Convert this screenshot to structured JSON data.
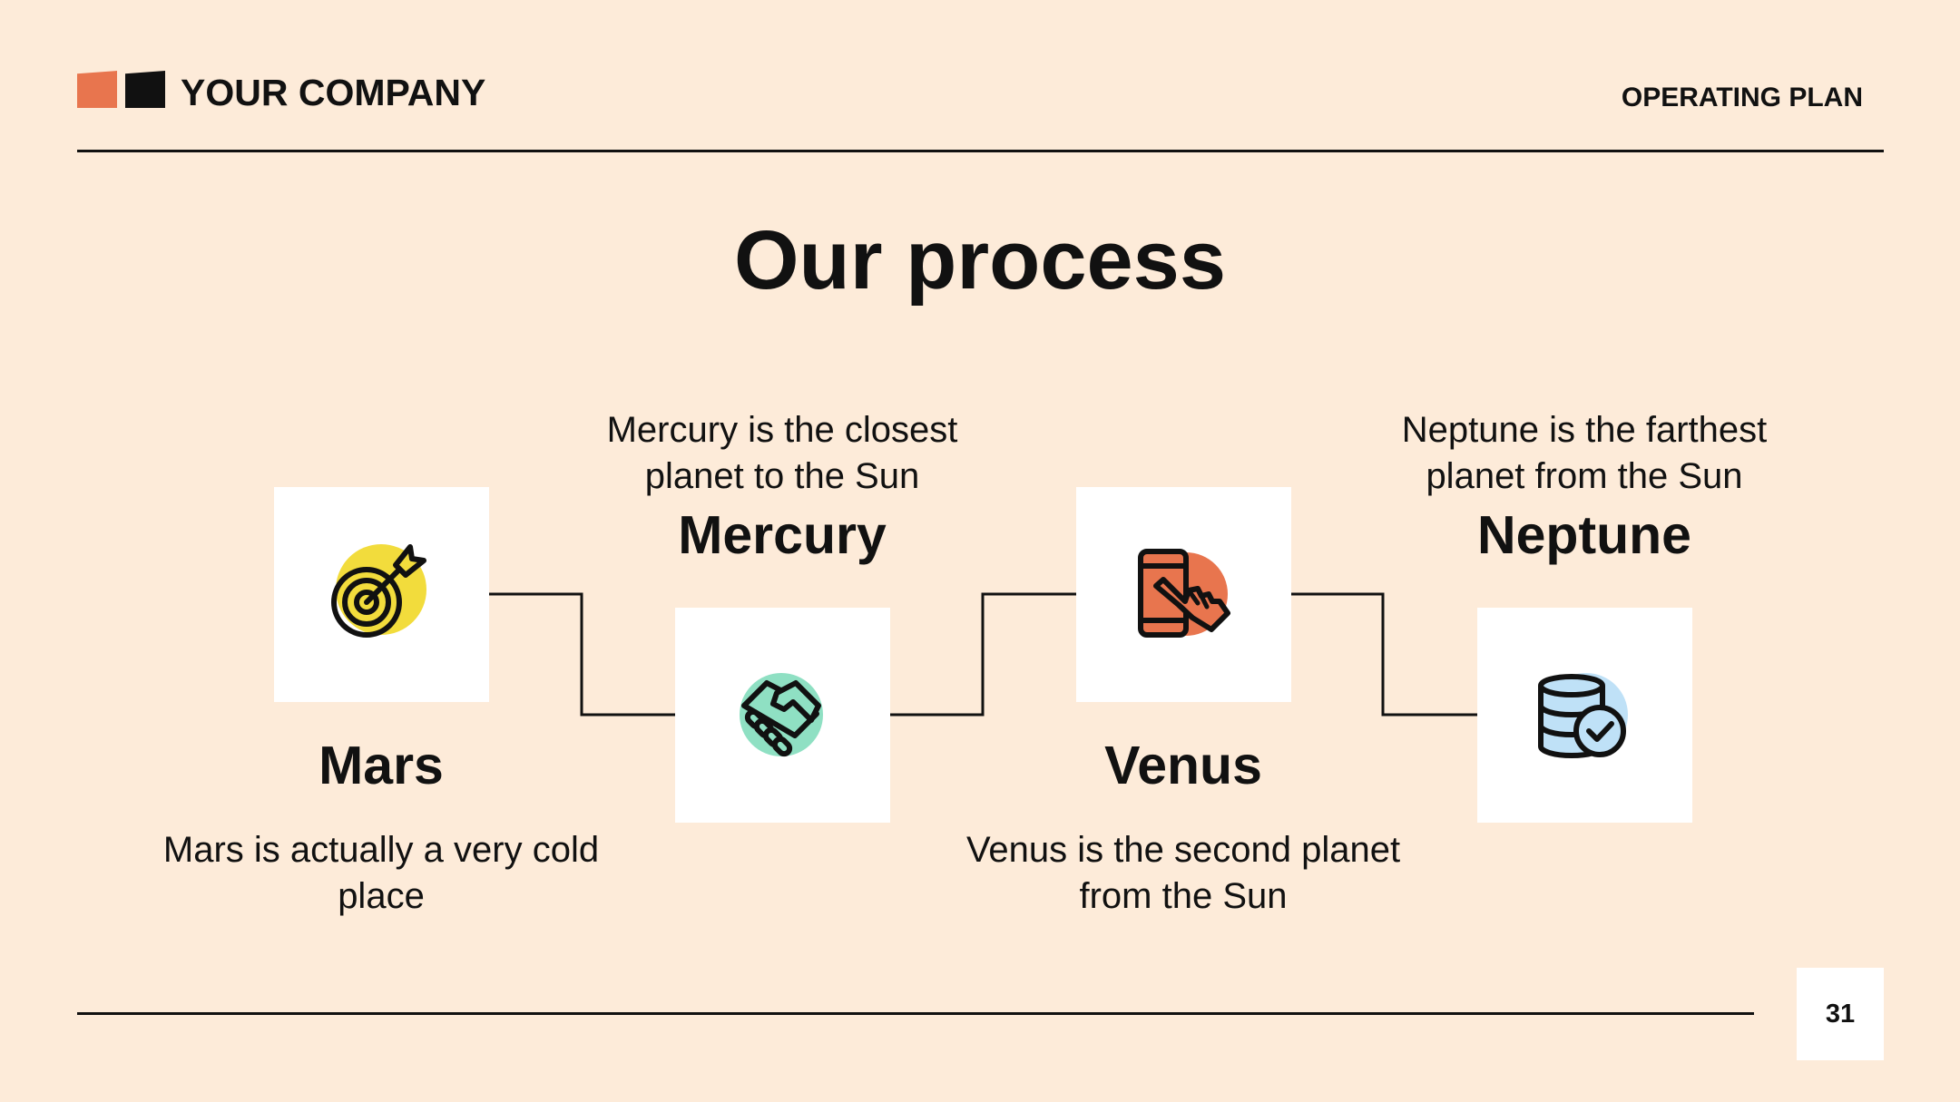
{
  "header": {
    "company": "YOUR COMPANY",
    "plan": "OPERATING PLAN"
  },
  "title": "Our process",
  "steps": [
    {
      "title": "Mars",
      "description": "Mars is actually a very cold place",
      "icon": "target-icon"
    },
    {
      "title": "Mercury",
      "description": "Mercury is the closest planet to the Sun",
      "icon": "handshake-icon"
    },
    {
      "title": "Venus",
      "description": "Venus is the second planet from the Sun",
      "icon": "phone-touch-icon"
    },
    {
      "title": "Neptune",
      "description": "Neptune is the farthest planet from the Sun",
      "icon": "database-check-icon"
    }
  ],
  "page_number": "31",
  "colors": {
    "background": "#FDEBD9",
    "accent_orange": "#E8754E",
    "yellow": "#F2DC3C",
    "mint": "#8FE0C3",
    "light_blue": "#BFE1F7",
    "text": "#111111"
  }
}
